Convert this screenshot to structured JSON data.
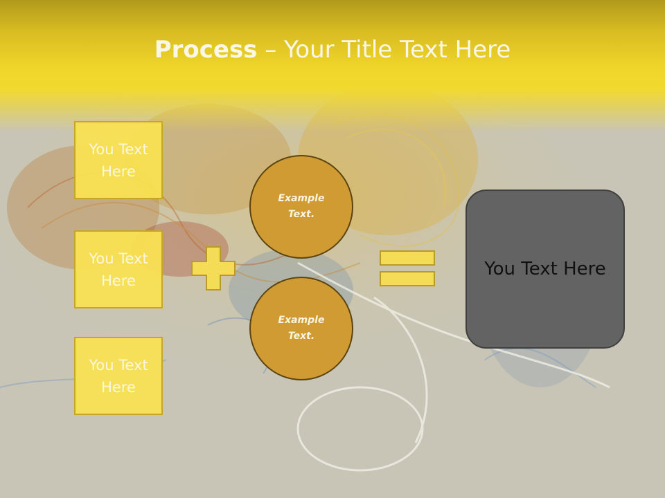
{
  "title": {
    "bold": "Process",
    "rest": " – Your Title Text Here"
  },
  "left_boxes": [
    {
      "label": "You Text Here"
    },
    {
      "label": "You Text Here"
    },
    {
      "label": "You Text Here"
    }
  ],
  "circles": [
    {
      "label": "Example Text."
    },
    {
      "label": "Example Text."
    }
  ],
  "result": {
    "label": "You Text Here"
  },
  "colors": {
    "header_yellow": "#f2d92e",
    "box_yellow": "#fae252",
    "circle_gold": "#cf9b32",
    "result_gray": "#636363",
    "background": "#c9c6b6"
  },
  "icons": [
    "plus-icon",
    "equals-icon"
  ]
}
